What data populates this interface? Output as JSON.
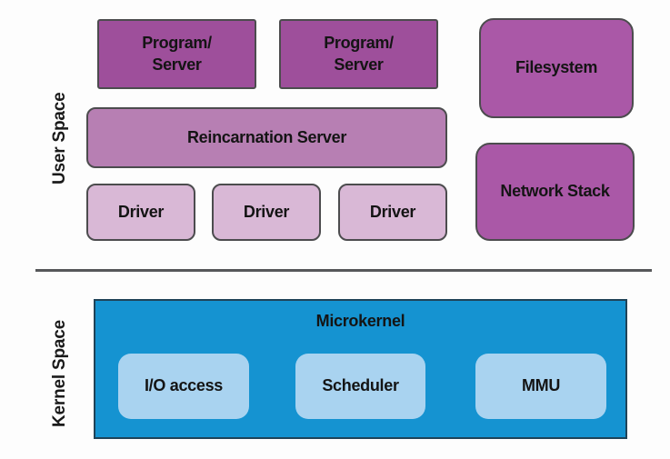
{
  "labels": {
    "user_space": "User Space",
    "kernel_space": "Kernel Space"
  },
  "user_space": {
    "program_server_1": "Program/\nServer",
    "program_server_2": "Program/\nServer",
    "filesystem": "Filesystem",
    "reincarnation_server": "Reincarnation Server",
    "drivers": [
      "Driver",
      "Driver",
      "Driver"
    ],
    "network_stack": "Network Stack"
  },
  "kernel_space": {
    "microkernel": "Microkernel",
    "components": [
      "I/O access",
      "Scheduler",
      "MMU"
    ]
  },
  "colors": {
    "program_server": "#9e4f9b",
    "server_box": "#aa58a7",
    "reincarnation": "#b77fb3",
    "driver": "#d9b8d6",
    "microkernel": "#1593d1",
    "kernel_component": "#a9d3f0",
    "divider": "#57585a"
  }
}
